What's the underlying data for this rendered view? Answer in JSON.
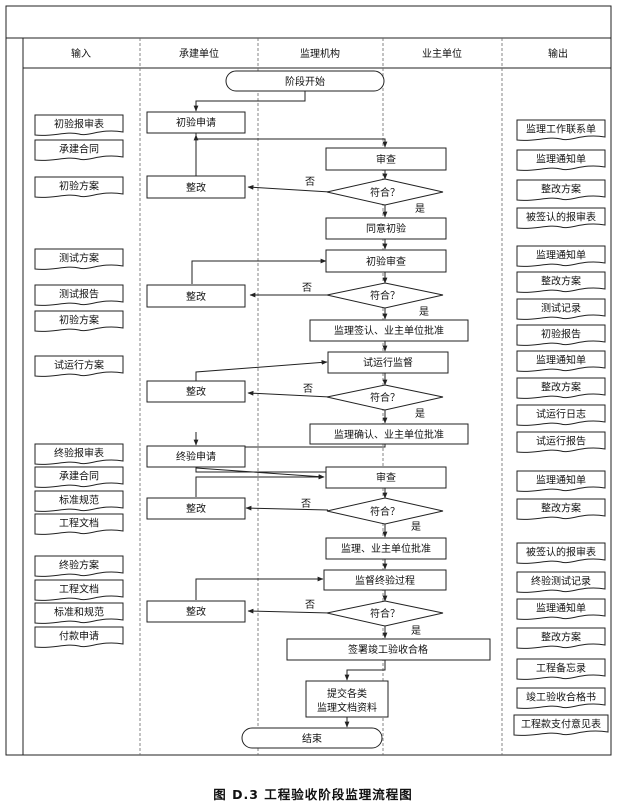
{
  "headers": {
    "input": "输入",
    "contractor": "承建单位",
    "supervisor": "监理机构",
    "owner": "业主单位",
    "output": "输出"
  },
  "inputs": [
    "初验报审表",
    "承建合同",
    "初验方案",
    "测试方案",
    "测试报告",
    "初验方案",
    "试运行方案",
    "终验报审表",
    "承建合同",
    "标准规范",
    "工程文档",
    "终验方案",
    "工程文档",
    "标准和规范",
    "付款申请"
  ],
  "outputs": [
    "监理工作联系单",
    "监理通知单",
    "整改方案",
    "被签认的报审表",
    "监理通知单",
    "整改方案",
    "测试记录",
    "初验报告",
    "监理通知单",
    "整改方案",
    "试运行日志",
    "试运行报告",
    "监理通知单",
    "整改方案",
    "被签认的报审表",
    "终验测试记录",
    "监理通知单",
    "整改方案",
    "工程备忘录",
    "竣工验收合格书",
    "工程款支付意见表"
  ],
  "flow": {
    "start": "阶段开始",
    "initial_apply": "初验申请",
    "review1": "审查",
    "decision": "符合？",
    "rectify": "整改",
    "no": "否",
    "yes": "是",
    "approve_initial": "同意初验",
    "initial_review": "初验审查",
    "sign_approve": "监理签认、业主单位批准",
    "trial_supervise": "试运行监督",
    "confirm_approve": "监理确认、业主单位批准",
    "final_apply": "终验申请",
    "review2": "审查",
    "approve_both": "监理、业主单位批准",
    "supervise_final": "监督终验过程",
    "sign_cert": "签署竣工验收合格",
    "submit_docs_1": "提交各类",
    "submit_docs_2": "监理文档资料",
    "end": "结束"
  },
  "caption": "图 D.3   工程验收阶段监理流程图"
}
